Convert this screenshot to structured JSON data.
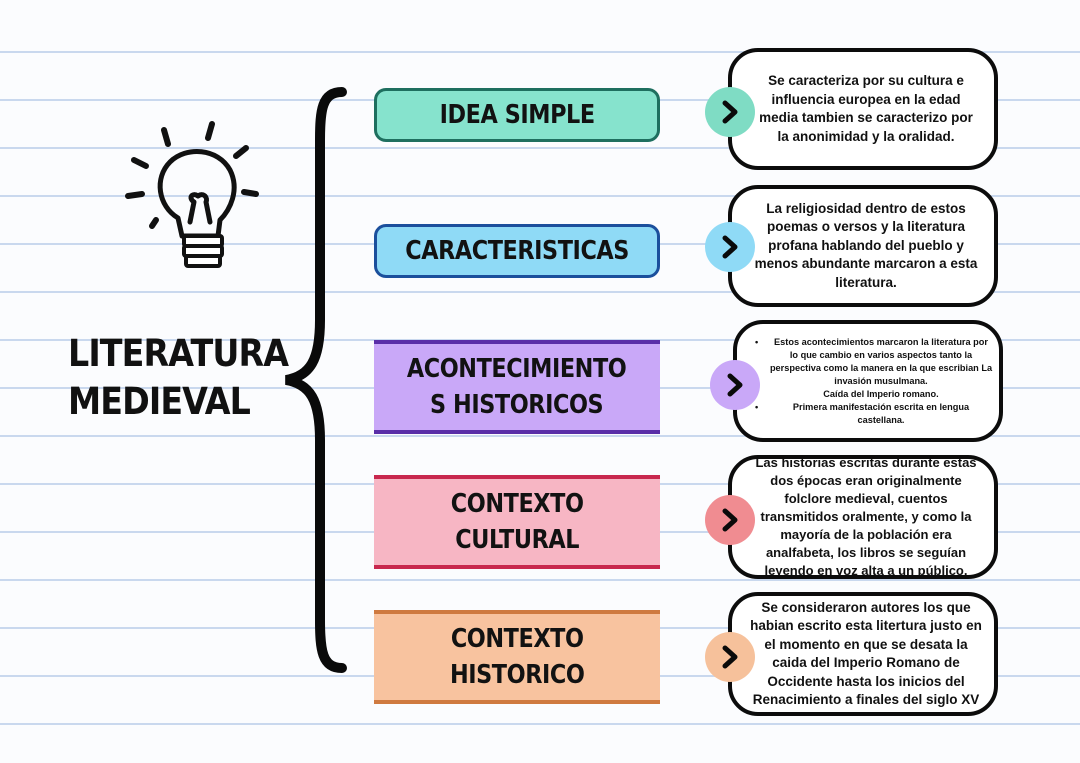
{
  "title": [
    "LITERATURA",
    "MEDIEVAL"
  ],
  "topics": [
    {
      "label": "IDEA SIMPLE",
      "color": "#86e3cd",
      "border": "#1e6f5f"
    },
    {
      "label": "CARACTERISTICAS",
      "color": "#8fdaf6",
      "border": "#1b4f9c"
    },
    {
      "label_lines": [
        "ACONTECIMIENTO",
        "S HISTORICOS"
      ],
      "color": "#c9a8f8",
      "border": "#5a2ea8"
    },
    {
      "label_lines": [
        "CONTEXTO",
        "CULTURAL"
      ],
      "color": "#f7b6c4",
      "border": "#c8284e"
    },
    {
      "label_lines": [
        "CONTEXTO",
        "HISTORICO"
      ],
      "color": "#f8c39f",
      "border": "#cf7a40"
    }
  ],
  "descriptions": [
    "Se caracteriza por su cultura e influencia europea en la edad media tambien se caracterizo por la anonimidad y la oralidad.",
    "La religiosidad dentro de estos poemas o versos y la literatura profana hablando del pueblo y menos abundante marcaron a esta literatura.",
    {
      "bullets": [
        "Estos acontecimientos marcaron la literatura por lo que cambio en varios aspectos tanto la perspectiva como la manera en la que escribian La invasión musulmana.",
        "Caída del Imperio romano.",
        "Primera manifestación escrita en lengua castellana."
      ]
    },
    "Las historias escritas durante estas dos épocas eran originalmente folclore medieval, cuentos transmitidos oralmente, y como la mayoría de la población era analfabeta, los libros se seguían leyendo en voz alta a un público.",
    "Se consideraron autores los que habian escrito esta litertura justo en el momento en que se desata la caida del Imperio Romano de Occidente hasta los inicios del Renacimiento a finales del siglo XV"
  ],
  "icons": {
    "idea": "lightbulb-icon",
    "connector": "chevron-right-icon"
  }
}
